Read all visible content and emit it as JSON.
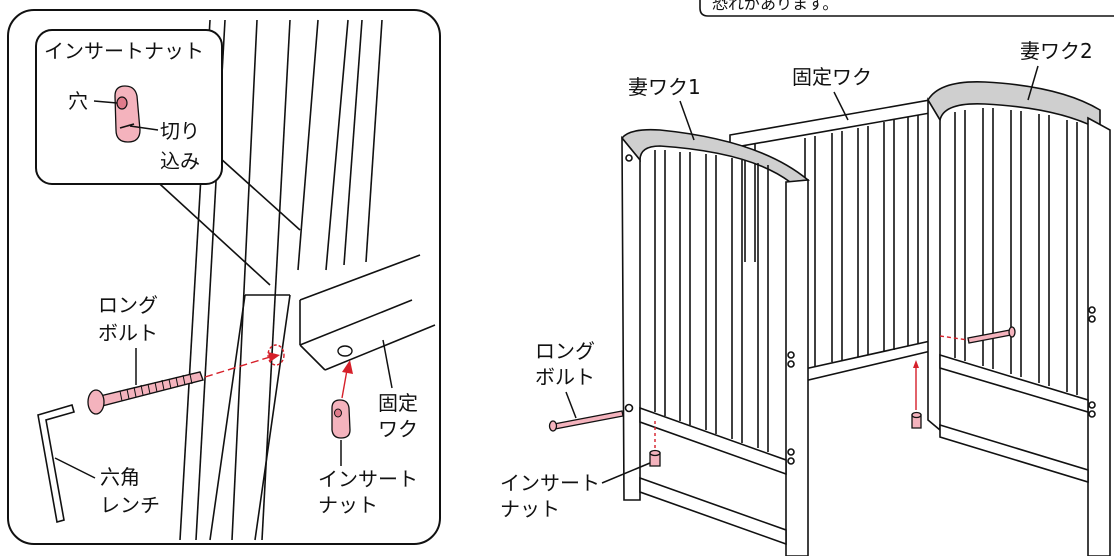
{
  "detail": {
    "inset_title": "インサートナット",
    "hole": "穴",
    "notch_line1": "切り",
    "notch_line2": "込み",
    "long_bolt_line1": "ロング",
    "long_bolt_line2": "ボルト",
    "fixed_line1": "固定",
    "fixed_line2": "ワク",
    "insert_line1": "インサート",
    "insert_line2": "ナット",
    "hex_line1": "六角",
    "hex_line2": "レンチ"
  },
  "overview": {
    "caution_text": "恐れがあります。",
    "end_frame_1": "妻ワク1",
    "fixed_frame": "固定ワク",
    "end_frame_2": "妻ワク2",
    "long_bolt_line1": "ロング",
    "long_bolt_line2": "ボルト",
    "insert_line1": "インサート",
    "insert_line2": "ナット"
  },
  "colors": {
    "frame_top_gray": "#cfcfcf",
    "part_pink": "#f4b3bd",
    "guide_red": "#d6202a",
    "outline": "#111111"
  }
}
